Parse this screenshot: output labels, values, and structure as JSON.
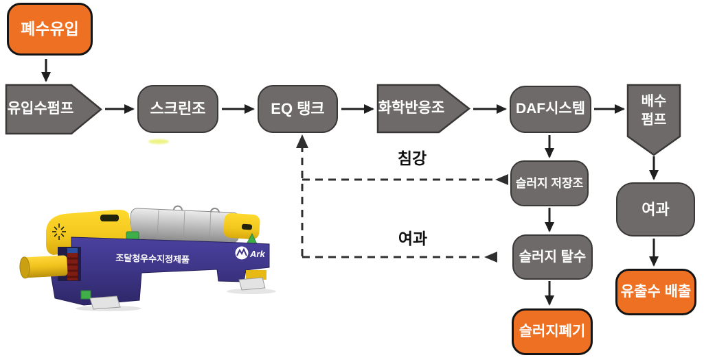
{
  "flow": {
    "nodes": [
      {
        "id": "waste-inflow",
        "label": "폐수유입",
        "style": "orange",
        "shape": "rounded"
      },
      {
        "id": "inflow-pump",
        "label": "유입수펌프",
        "style": "gray",
        "shape": "chevron"
      },
      {
        "id": "screen-tank",
        "label": "스크린조",
        "style": "gray",
        "shape": "rounded"
      },
      {
        "id": "eq-tank",
        "label": "EQ 탱크",
        "style": "gray",
        "shape": "rounded"
      },
      {
        "id": "chemical-reactor",
        "label": "화학반응조",
        "style": "gray",
        "shape": "chevron"
      },
      {
        "id": "daf-system",
        "label": "DAF시스템",
        "style": "gray",
        "shape": "rounded"
      },
      {
        "id": "drain-pump",
        "label": "배수\n펌프",
        "style": "gray",
        "shape": "pentagon-down"
      },
      {
        "id": "sludge-storage",
        "label": "슬러지 저장조",
        "style": "gray",
        "shape": "rounded"
      },
      {
        "id": "sludge-dewatering",
        "label": "슬러지 탈수",
        "style": "gray",
        "shape": "rounded"
      },
      {
        "id": "sludge-disposal",
        "label": "슬러지폐기",
        "style": "orange",
        "shape": "rounded"
      },
      {
        "id": "filtration",
        "label": "여과",
        "style": "gray",
        "shape": "rounded"
      },
      {
        "id": "effluent-discharge",
        "label": "유출수 배출",
        "style": "orange",
        "shape": "rounded"
      }
    ],
    "feedback_labels": {
      "settling": "침강",
      "filtration": "여과"
    }
  },
  "machine": {
    "body_text": "조달청우수지정제품",
    "brand": "Ark"
  },
  "colors": {
    "box_orange": "#ee7023",
    "box_gray": "#6e6a6a",
    "orange_border": "#141414",
    "gray_border": "#3a3737",
    "arrow": "#1f1f1f",
    "dashed_arrow": "#2f2f2f",
    "machine_purple": "#3d3585",
    "machine_yellow": "#f2c71d",
    "machine_drum_gray": "#c2c2c2",
    "machine_green": "#3fae49",
    "machine_red": "#7e1d14"
  }
}
